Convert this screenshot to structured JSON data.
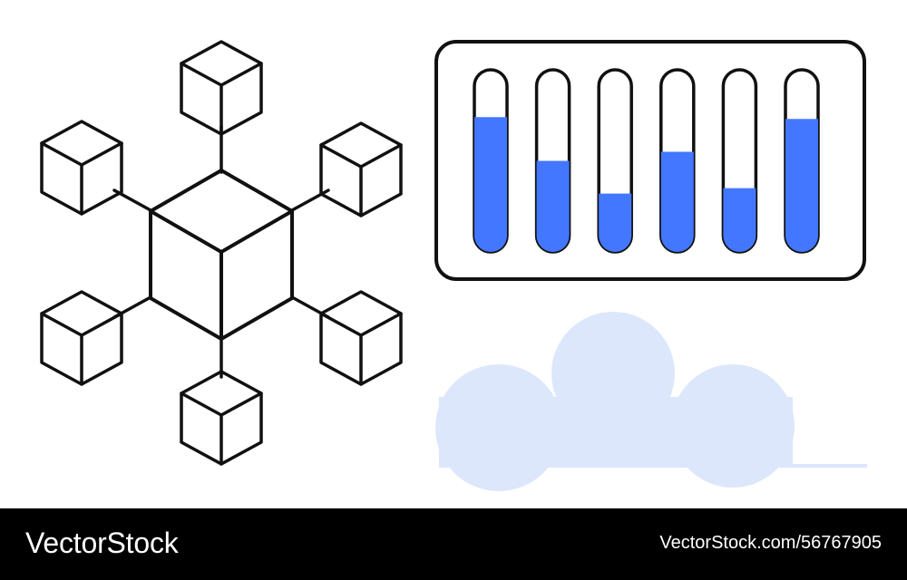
{
  "illustration": {
    "network": {
      "icon": "cube-network-icon",
      "satellite_count": 6
    },
    "panel": {
      "icon": "level-bars-panel",
      "levels": [
        0.74,
        0.5,
        0.32,
        0.55,
        0.35,
        0.73
      ]
    },
    "cloud": {
      "icon": "cloud-shape"
    }
  },
  "colors": {
    "stroke": "#111111",
    "accent": "#4377ff",
    "cloud": "#dde7fb",
    "background": "#ffffff",
    "watermark_bg": "#000000",
    "watermark_text": "#ffffff"
  },
  "watermark": {
    "brand": "VectorStock",
    "image_id": "VectorStock.com/56767905"
  }
}
